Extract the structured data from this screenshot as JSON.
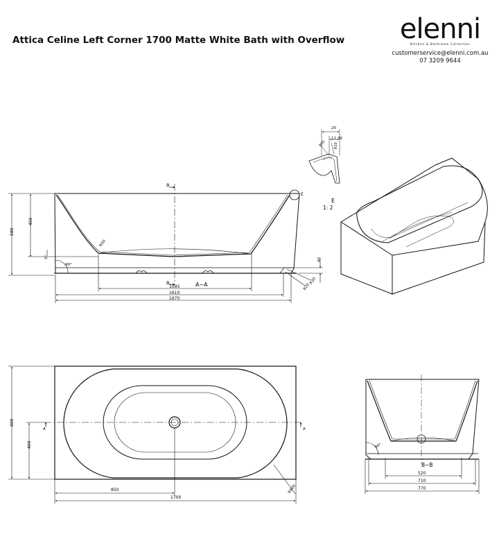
{
  "header": {
    "title": "Attica Celine Left Corner 1700 Matte White Bath with Overflow",
    "brand": "elenni",
    "tagline": "Kitchen & Bathroom Collection",
    "email": "customerservice@elenni.com.au",
    "phone": "07 3209 9644"
  },
  "section_view": {
    "label": "A−A",
    "marker_top": "B",
    "marker_bottom": "B",
    "detail_marker": "E",
    "dims": {
      "overall_height": "580",
      "inner_height": "450",
      "base_width": "1095",
      "inner_width": "1610",
      "overall_width": "1670",
      "wall_radius": "R50",
      "foot_height": "40",
      "slope": "2°",
      "angle": "90°",
      "radius_a": "R30",
      "radius_b": "R20"
    }
  },
  "detail_view": {
    "label": "E",
    "scale": "1: 2",
    "dims": {
      "width": "20",
      "inner": "12.39",
      "r_a": "R10",
      "r_b": "R50"
    }
  },
  "plan_view": {
    "marker_left": "A",
    "marker_right": "A",
    "dims": {
      "depth": "800",
      "half_depth": "400",
      "waste_offset": "850",
      "length": "1700",
      "corner_radius": "R400"
    }
  },
  "end_section": {
    "label": "B−B",
    "dims": {
      "base": "520",
      "inner": "710",
      "overall": "770",
      "angle": "90°"
    }
  }
}
